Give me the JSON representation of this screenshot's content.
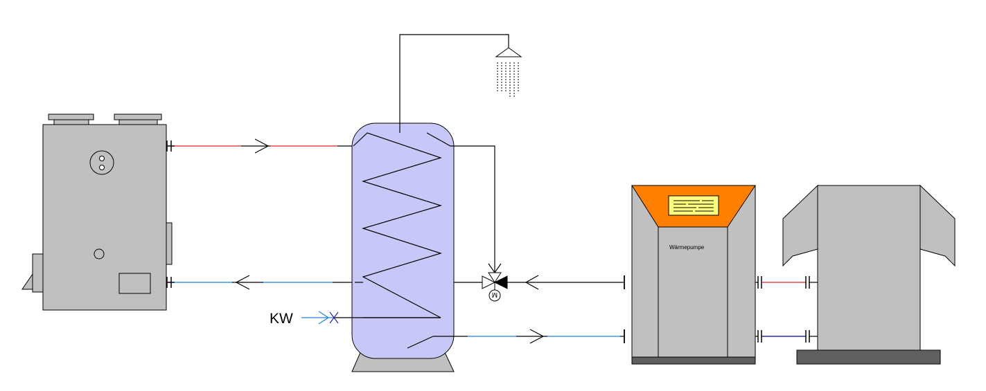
{
  "labels": {
    "cold_water": "KW",
    "heat_pump": "Wärmepumpe",
    "valve_motor": "M"
  },
  "colors": {
    "equipment_grey": "#c0c0c0",
    "tank_fill": "#c8c8f8",
    "hot_line": "#e02020",
    "cold_line": "#2080e0",
    "deep_cold_line": "#0000a0",
    "heat_pump_panel": "#ff8000",
    "display_fill": "#ffff80",
    "base_dark": "#606060"
  }
}
